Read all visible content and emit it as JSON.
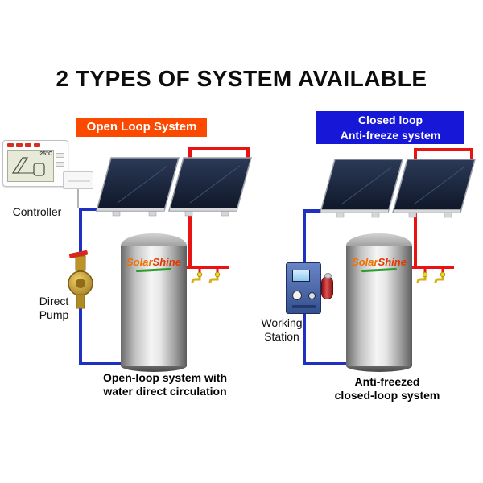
{
  "title": "2 TYPES OF SYSTEM AVAILABLE",
  "open_system": {
    "banner": "Open Loop System",
    "controller_label": "Controller",
    "pump_label_line1": "Direct",
    "pump_label_line2": "Pump",
    "tank_brand_part1": "Solar",
    "tank_brand_part2": "Shine",
    "caption_line1": "Open-loop system with",
    "caption_line2": "water direct circulation"
  },
  "closed_system": {
    "banner_line1": "Closed loop",
    "banner_line2": "Anti-freeze system",
    "station_label_line1": "Working",
    "station_label_line2": "Station",
    "tank_brand_part1": "Solar",
    "tank_brand_part2": "Shine",
    "caption_line1": "Anti-freezed",
    "caption_line2": "closed-loop system"
  },
  "controller": {
    "display_temp": "25°C"
  },
  "colors": {
    "hot_pipe": "#e81414",
    "cold_pipe": "#2030c0",
    "open_banner_bg": "#fb4a00",
    "closed_banner_bg": "#1717d8",
    "brand_orange": "#f07000",
    "faucet_gold": "#d9ae10"
  }
}
